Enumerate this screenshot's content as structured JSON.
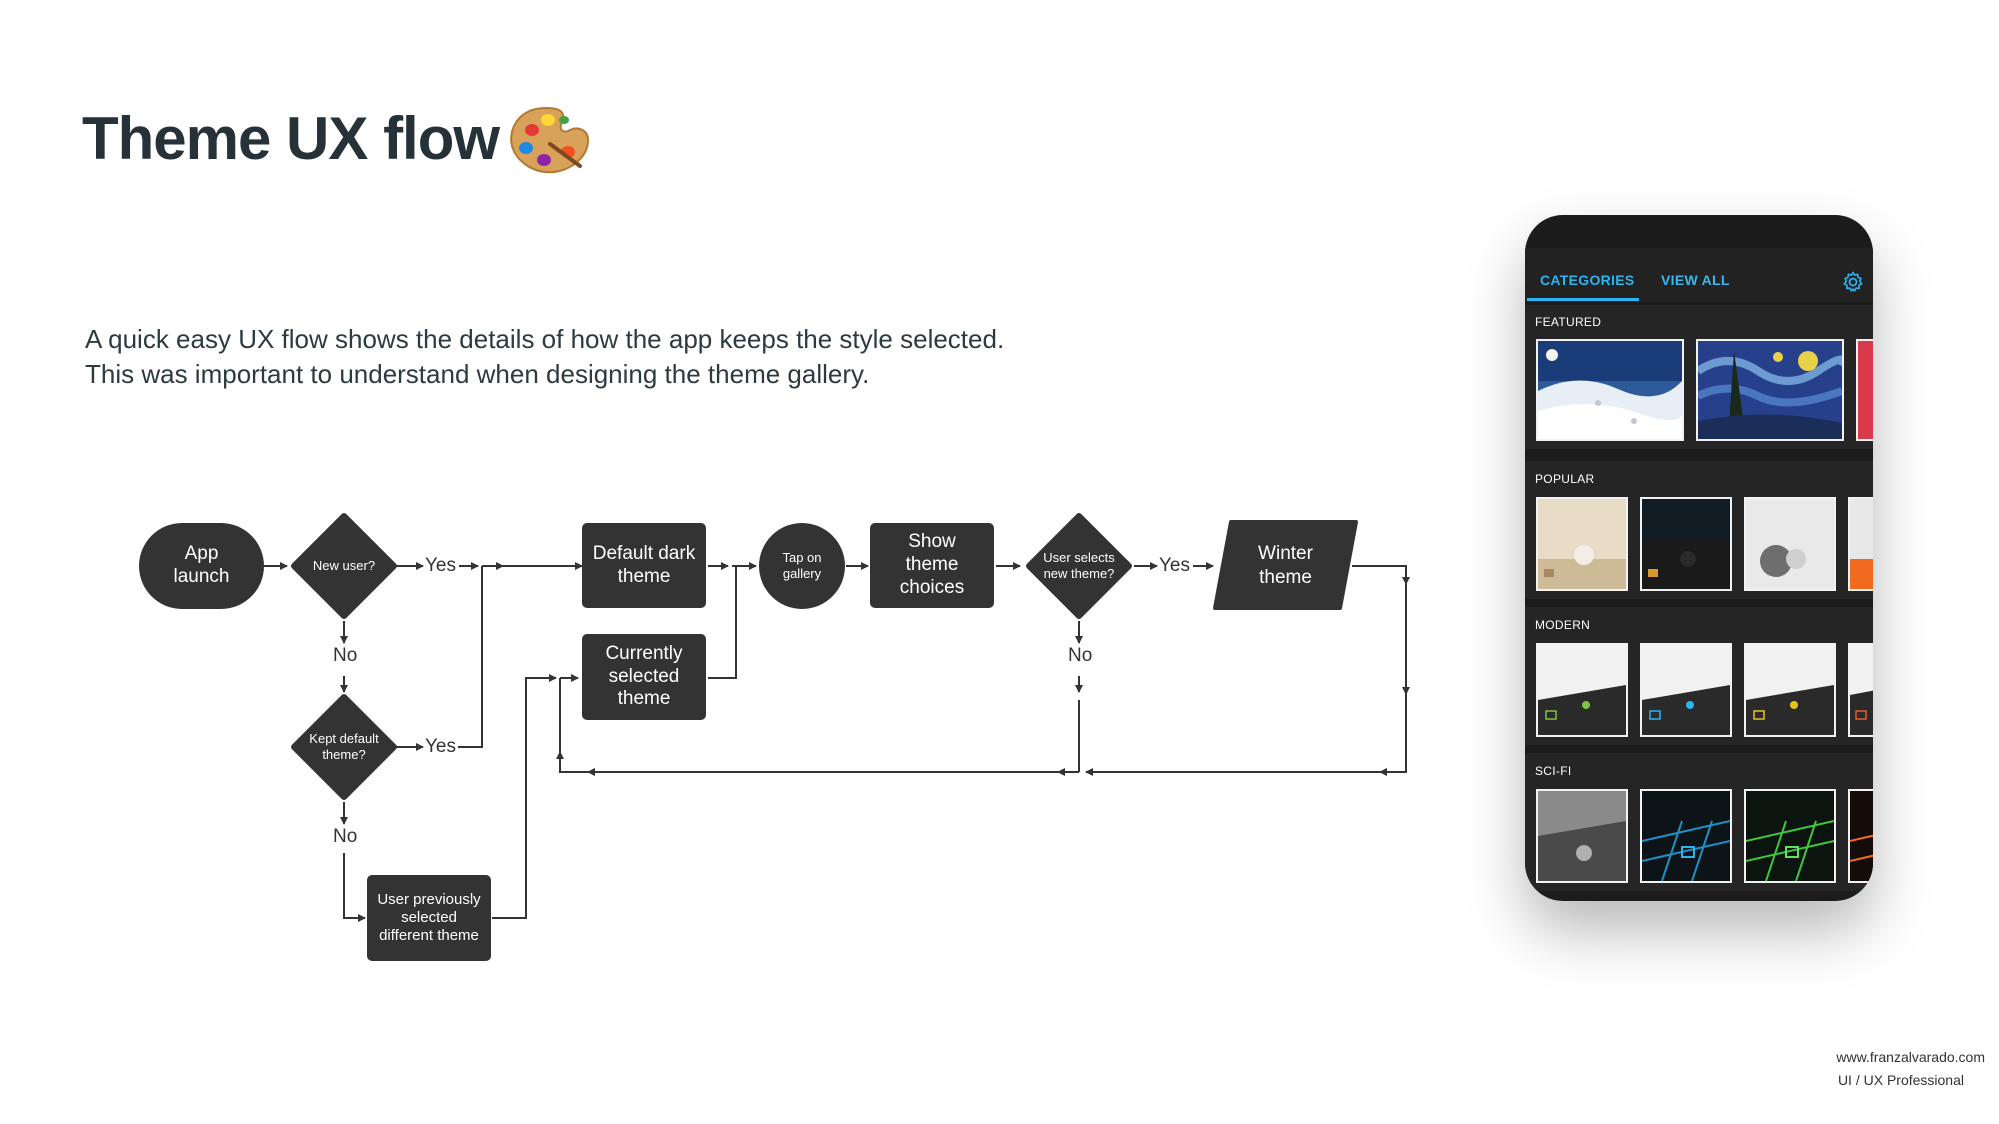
{
  "title": "Theme UX flow",
  "description": {
    "line1": "A quick easy UX flow shows the details of how the app keeps the style selected.",
    "line2": "This was important to understand when designing the theme gallery."
  },
  "flow": {
    "app_launch": "App launch",
    "new_user": "New user?",
    "kept_default": "Kept default theme?",
    "default_dark": "Default dark theme",
    "currently_selected": "Currently selected theme",
    "user_prev": "User previously selected different theme",
    "tap_gallery": "Tap on gallery",
    "show_choices": "Show theme choices",
    "user_selects": "User selects new theme?",
    "winter": "Winter theme",
    "yes": "Yes",
    "no": "No"
  },
  "phone": {
    "tab_categories": "CATEGORIES",
    "tab_view_all": "VIEW ALL",
    "sections": [
      "FEATURED",
      "POPULAR",
      "MODERN",
      "SCI-FI"
    ],
    "icons": [
      "gear-icon",
      "palette-icon"
    ],
    "accent": "#2ab4f0"
  },
  "footer": {
    "url": "www.franzalvarado.com",
    "role": "UI / UX Professional"
  }
}
